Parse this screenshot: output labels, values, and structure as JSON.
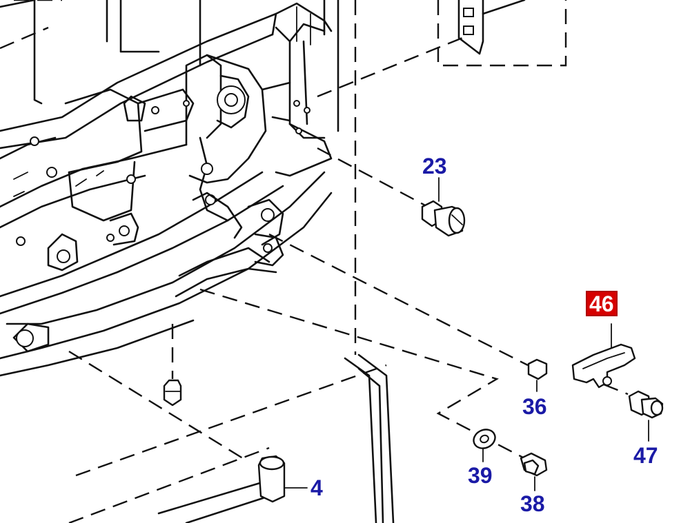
{
  "callouts": {
    "c23": "23",
    "c46": "46",
    "c36": "36",
    "c47": "47",
    "c39": "39",
    "c38": "38",
    "c4": "4"
  },
  "colors": {
    "callout_text": "#1a1aa6",
    "highlight_bg": "#d60000",
    "line": "#111111"
  }
}
